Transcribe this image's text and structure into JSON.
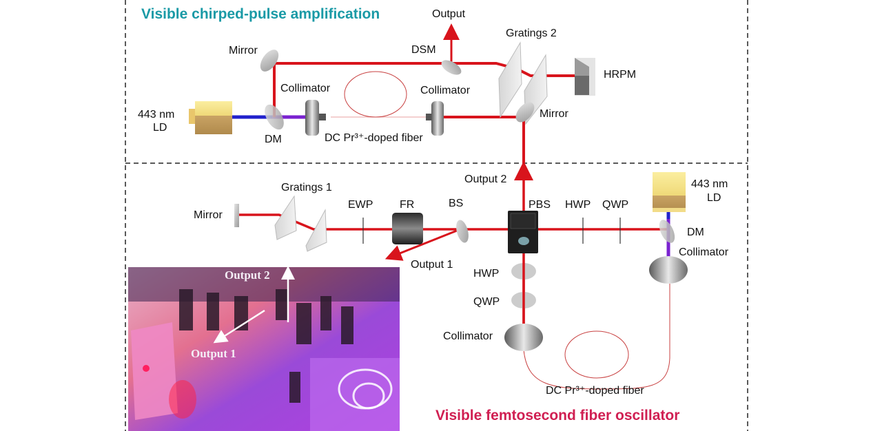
{
  "sections": {
    "amplifier_title": "Visible chirped-pulse amplification",
    "oscillator_title": "Visible femtosecond fiber oscillator"
  },
  "amplifier": {
    "output": "Output",
    "gratings2": "Gratings 2",
    "dsm": "DSM",
    "mirror_left": "Mirror",
    "hrpm": "HRPM",
    "collimator_left": "Collimator",
    "collimator_right": "Collimator",
    "mirror_right": "Mirror",
    "ld_line1": "443 nm",
    "ld_line2": "LD",
    "dm": "DM",
    "fiber": "DC Pr³⁺-doped fiber"
  },
  "oscillator": {
    "output2": "Output 2",
    "gratings1": "Gratings 1",
    "mirror": "Mirror",
    "ewp": "EWP",
    "fr": "FR",
    "bs": "BS",
    "pbs": "PBS",
    "hwp_h": "HWP",
    "qwp_h": "QWP",
    "ld_line1": "443 nm",
    "ld_line2": "LD",
    "dm": "DM",
    "collimator_right": "Collimator",
    "output1": "Output 1",
    "hwp_v": "HWP",
    "qwp_v": "QWP",
    "collimator_left": "Collimator",
    "fiber": "DC Pr³⁺-doped fiber"
  },
  "photo": {
    "output2": "Output 2",
    "output1": "Output 1"
  },
  "colors": {
    "beam_red": "#d8141c",
    "pump_blue": "#2222cc",
    "pump_violet": "#7a22d0",
    "title_teal": "#1a9aa6",
    "title_crimson": "#d01f52"
  }
}
